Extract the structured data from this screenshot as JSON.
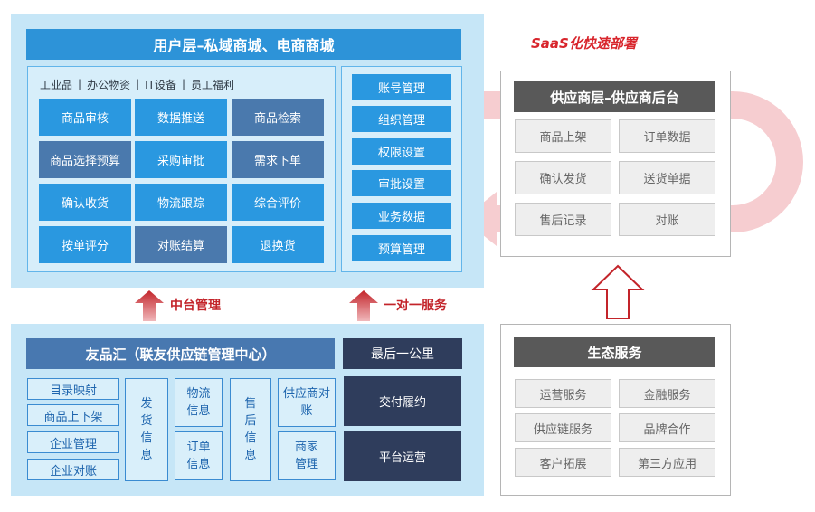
{
  "user_layer": {
    "title": "用户层–私域商城、电商商城",
    "categories": [
      "工业品",
      "办公物资",
      "IT设备",
      "员工福利"
    ],
    "category_separator": "|",
    "grid": [
      "商品审核",
      "数据推送",
      "商品检索",
      "商品选择预算",
      "采购审批",
      "需求下单",
      "确认收货",
      "物流跟踪",
      "综合评价",
      "按单评分",
      "对账结算",
      "退换货"
    ],
    "right_items": [
      "账号管理",
      "组织管理",
      "权限设置",
      "审批设置",
      "业务数据",
      "预算管理"
    ]
  },
  "supplier_layer": {
    "title": "供应商层–供应商后台",
    "items": [
      "商品上架",
      "订单数据",
      "确认发货",
      "送货单据",
      "售后记录",
      "对账"
    ]
  },
  "saas_label": "SaaS化快速部署",
  "arrows": {
    "middle_platform": "中台管理",
    "one_to_one": "一对一服务"
  },
  "middle_platform": {
    "title": "友品汇（联友供应链管理中心）",
    "left_items": [
      "目录映射",
      "商品上下架",
      "企业管理",
      "企业对账"
    ],
    "shipping_info": "发货信息",
    "logistics_info": "物流信息",
    "order_info": "订单信息",
    "after_sales_info": "售后信息",
    "supplier_settlement": "供应商对账",
    "merchant_management": "商家管理"
  },
  "last_mile": {
    "title": "最后一公里",
    "items": [
      "交付履约",
      "平台运营"
    ]
  },
  "ecosystem": {
    "title": "生态服务",
    "items": [
      "运营服务",
      "金融服务",
      "供应链服务",
      "品牌合作",
      "客户拓展",
      "第三方应用"
    ]
  },
  "colors": {
    "primary_blue": "#2a98e0",
    "dark_blue": "#4a79ad",
    "navy": "#2f3d5c",
    "accent_red": "#c3242a",
    "gray_header": "#595959"
  }
}
